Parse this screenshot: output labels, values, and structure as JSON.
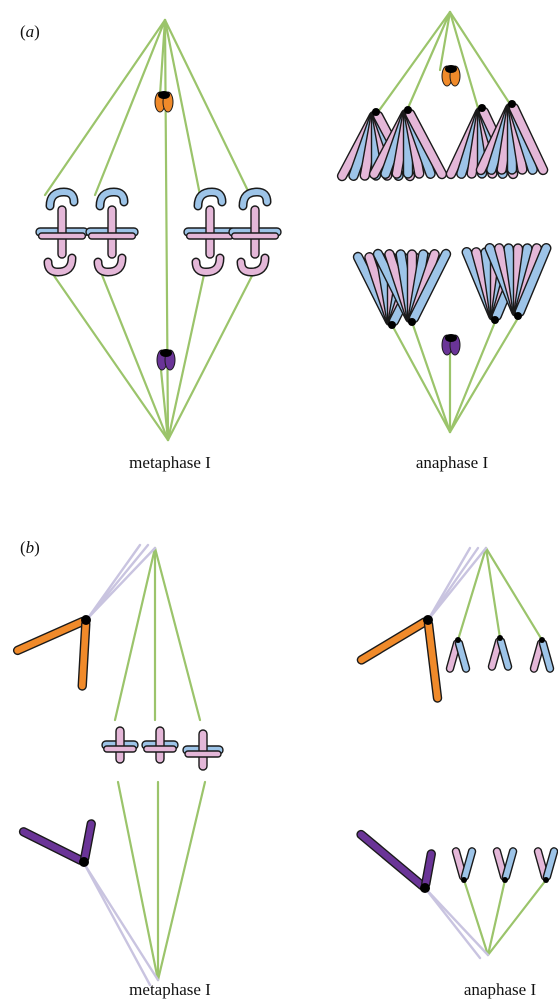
{
  "panels": [
    {
      "letter": "a",
      "left_caption": "metaphase I",
      "right_caption": "anaphase I"
    },
    {
      "letter": "b",
      "left_caption": "metaphase I",
      "right_caption": "anaphase I"
    }
  ],
  "colors": {
    "spindle": "#9bc46b",
    "spindle_dim": "#c9c4e0",
    "chromosome_blue": "#9dc4e8",
    "chromosome_pink": "#e4b7d8",
    "outline": "#1a1a1a",
    "centrosome_orange": "#f08a2a",
    "centrosome_purple": "#6a3497",
    "kinetochore": "#000000"
  }
}
